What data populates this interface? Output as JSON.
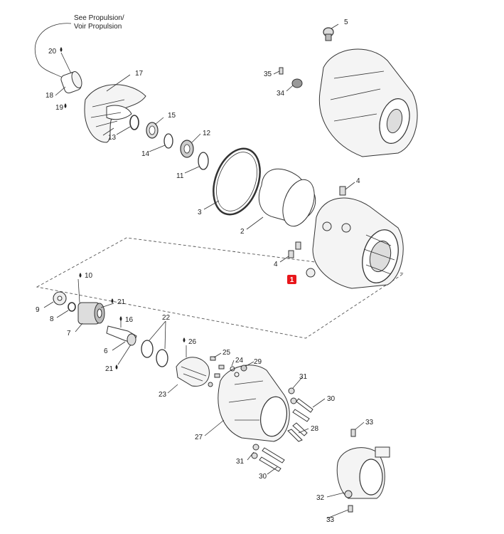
{
  "note": {
    "line1": "See Propulsion/",
    "line2": "Voir Propulsion"
  },
  "callouts": {
    "c20": "20",
    "c18": "18",
    "c19": "19",
    "c17": "17",
    "c13": "13",
    "c15": "15",
    "c14": "14",
    "c12": "12",
    "c11": "11",
    "c5": "5",
    "c35": "35",
    "c34": "34",
    "c3": "3",
    "c2": "2",
    "c4a": "4",
    "c4b": "4",
    "c1": "1",
    "c10": "10",
    "c9": "9",
    "c8": "8",
    "c21a": "21",
    "c16": "16",
    "c7": "7",
    "c22": "22",
    "c6": "6",
    "c21b": "21",
    "c26": "26",
    "c25": "25",
    "c24": "24",
    "c29": "29",
    "c23": "23",
    "c31a": "31",
    "c30a": "30",
    "c27": "27",
    "c28": "28",
    "c33a": "33",
    "c31b": "31",
    "c30b": "30",
    "c32": "32",
    "c33b": "33"
  },
  "colors": {
    "highlight": "#e8161b",
    "ink": "#333333"
  }
}
